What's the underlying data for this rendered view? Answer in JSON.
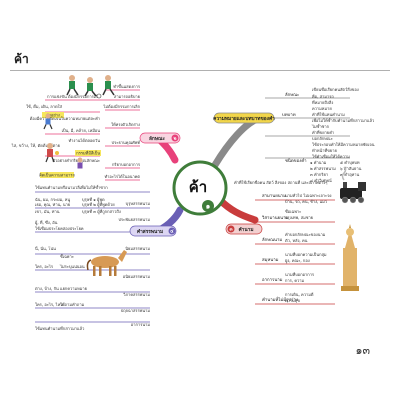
{
  "page": {
    "header_title": "ค้า",
    "page_number": "๑๓"
  },
  "center": {
    "title": "ค้า",
    "number": "๑"
  },
  "branches": {
    "top_left": {
      "label": "ลักษณะ",
      "number": "๒",
      "items": [
        "ทำขึ้นแสดงการ",
        "การแข่งขัน ต้องมีกรรมการเลิก",
        "สามารถอธิบาย",
        "ใช้, ดื่ม, เดิน, ลาดใส่",
        "ไม่ต้องมีกรรมการเลิก",
        "ตัวอย่าง",
        "ต้องมีความชัดเจนในความหมายแต่ละคำ",
        "ให้ทรงตัวเกิดร่าง",
        "เป็น, มี, คล้าย, เหมือน",
        "ประธานคุณศัพท์",
        "ทำงานได้ตลอดวัน",
        "กรรมที่มีสีเป็น",
        "ไล่, ขว้าง, ให้, ตัดต้นไม้ตาย",
        "ตัวอย่างคำกริยาคุณลักษณะ",
        "กริยาบอกอาการ",
        "ทำอะไรได้ในอนาคต",
        "คิดเป็นความสามารถ"
      ]
    },
    "top_right": {
      "label": "ความหมายและบทบาทของคำ",
      "items": [
        "ลักษณะ",
        "เขียนชื่อเรียกคนสัตว์สิ่งของ",
        "คือ, สามารถ",
        "ที่หมายถึงสิ่ง",
        "บทบาท",
        "ความหมาย",
        "คำที่ใช้แทนคำนาม",
        "เพื่อไม่ให้ซ้ำกับคำนามที่กล่าวมาแล้ว",
        "ไม่ซ้ำซาก",
        "คำที่ขยายคำ",
        "บอกลักษณะ",
        "ชนิดของคำ",
        "ใช้ประกอบคำให้มีความหมายชัดเจน",
        "ทำหน้าที่ขยาย",
        "ใช้คำเชื่อมให้ได้ความ"
      ],
      "type_grid": [
        "๑ คำนาม",
        "๕ คำบุพบท",
        "๒ คำสรรพนาม",
        "๖ คำสันธาน",
        "๓ คำกริยา",
        "๗ คำอุทาน",
        "๔ คำวิเศษณ์"
      ]
    },
    "bottom_left": {
      "label": "คำสรรพนาม",
      "number": "๔",
      "items": [
        "ใช้แทนคำนามหรือนามวลีเพื่อไม่ให้ซ้ำซาก",
        "บุรุษสรรพนาม",
        "ฉัน, ผม, กระผม, หนู",
        "บุรุษที่ ๑ ผู้พูด",
        "เธอ, คุณ, ท่าน, นาย",
        "บุรุษที่ ๒ ผู้ที่พูดด้วย",
        "เขา, มัน, ท่าน",
        "บุรุษที่ ๓ ผู้ที่ถูกกล่าวถึง",
        "ประพันธสรรพนาม",
        "ผู้, ที่, ซึ่ง, อัน",
        "ใช้เชื่อมประโยคสองประโยค",
        "นิยมสรรพนาม",
        "นี่, นั่น, โน่น",
        "ชี้เฉพาะ",
        "อนิยมสรรพนาม",
        "ใคร, อะไร",
        "ไม่ระบุแน่นอน",
        "วิภาคสรรพนาม",
        "ต่าง, บ้าง, กัน",
        "แยกความหมาย",
        "ปฤจฉาสรรพนาม",
        "ใคร, อะไร, ไหน",
        "ใช้ถามคำถาม",
        "อาการนาม",
        "ใช้แทนคำนามที่กล่าวมาแล้ว"
      ]
    },
    "bottom_right": {
      "label": "คำนาม",
      "number": "๓",
      "items": [
        "คำที่ใช้เรียกชื่อคน สัตว์ สิ่งของ สถานที่ และสภาพต่างๆ",
        "สามานยนาม",
        "นามทั่วไป ไม่เฉพาะเจาะจง",
        "บ้าน, รถ, คน, ช้าง, แมว",
        "วิสามานยนาม",
        "ชื่อเฉพาะ",
        "กรุงเทพ, สมชาย",
        "ลักษณนาม",
        "คำบอกลักษณะของนาม",
        "ตัว, หลัง, คน",
        "สมุหนาม",
        "นามที่บอกความเป็นกลุ่ม",
        "ฝูง, คณะ, กอง",
        "อาการนาม",
        "นามที่บอกอาการ",
        "การ, ความ",
        "คำนามที่ไม่มีรูปร่าง",
        "การเดิน, ความดี",
        "ความสุข"
      ]
    }
  },
  "colors": {
    "center_ring": "#3f7d3a",
    "branch_top_left": "#e8417a",
    "branch_top_right": "#8a8a8a",
    "branch_bottom_left": "#6a5fb5",
    "branch_bottom_right": "#c93c3c",
    "label_top_right_fill": "#f2d64a",
    "label_bottom_left_fill": "#dcd6f3",
    "label_bottom_right_fill": "#f3d0d0",
    "label_top_left_fill": "#f9d5e1",
    "highlight_yellow": "#f6e65c"
  },
  "icons": [
    "soccer-players-illustration",
    "running-children-illustration",
    "boy-with-ball-illustration",
    "children-playing-illustration",
    "horse-illustration",
    "steam-train-illustration",
    "buddha-statue-illustration"
  ]
}
